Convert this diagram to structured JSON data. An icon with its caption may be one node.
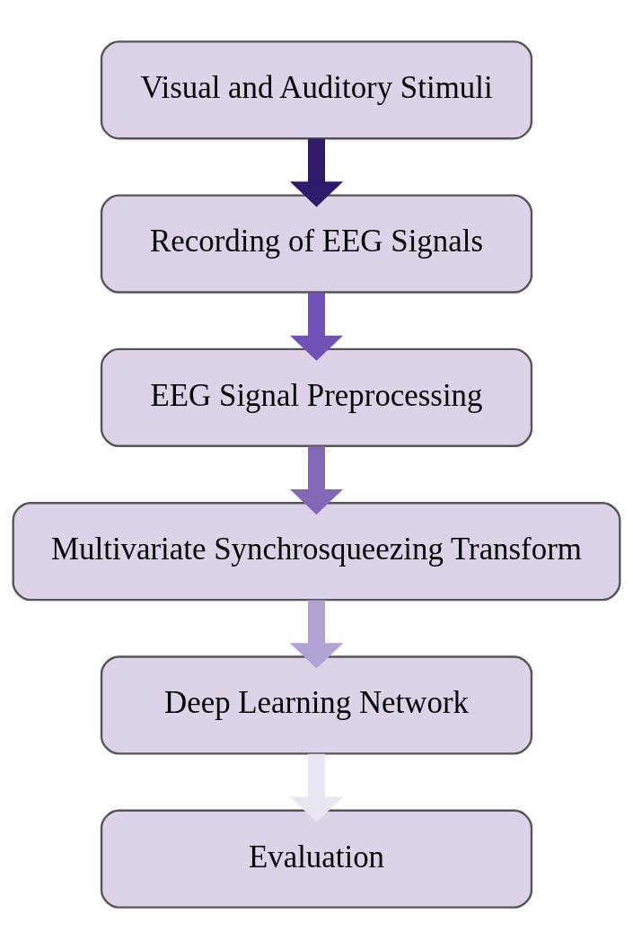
{
  "diagram": {
    "nodes": [
      {
        "text": [
          "Visual and Auditory Stimuli"
        ]
      },
      {
        "text": [
          "Recording of EEG Signals"
        ]
      },
      {
        "text": [
          "EEG Signal Preprocessing"
        ]
      },
      {
        "text": [
          "Multivariate Synchrosqueezing Transform"
        ]
      },
      {
        "text": [
          "Deep Learning Network"
        ]
      },
      {
        "text": [
          "Evaluation"
        ]
      }
    ],
    "edges": [
      {
        "from": 0,
        "to": 1,
        "arrow": "to",
        "color": "#2f1a6b"
      },
      {
        "from": 1,
        "to": 2,
        "arrow": "to",
        "color": "#7052b5"
      },
      {
        "from": 2,
        "to": 3,
        "arrow": "to",
        "color": "#8468b8"
      },
      {
        "from": 3,
        "to": 4,
        "arrow": "to",
        "color": "#b2a2d4"
      },
      {
        "from": 4,
        "to": 5,
        "arrow": "to",
        "color": "#ebe6f3"
      }
    ]
  }
}
